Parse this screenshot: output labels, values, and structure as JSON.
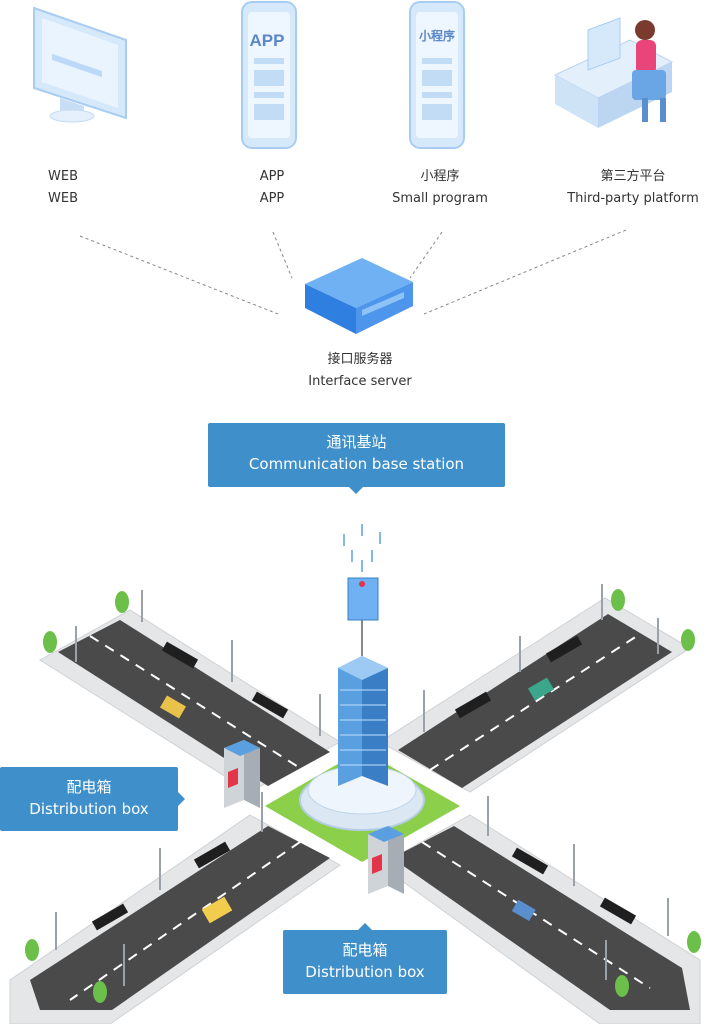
{
  "clients": [
    {
      "zh": "WEB",
      "en": "WEB",
      "icon": "monitor-icon"
    },
    {
      "zh": "APP",
      "en": "APP",
      "icon": "phone-app-icon",
      "screen_text": "APP"
    },
    {
      "zh": "小程序",
      "en": "Small program",
      "icon": "phone-mini-program-icon",
      "screen_text": "小程序"
    },
    {
      "zh": "第三方平台",
      "en": "Third-party platform",
      "icon": "person-at-computer-icon"
    }
  ],
  "server": {
    "zh": "接口服务器",
    "en": "Interface server",
    "icon": "server-box-icon"
  },
  "base_station": {
    "zh": "通讯基站",
    "en": "Communication base station"
  },
  "distribution_box_left": {
    "zh": "配电箱",
    "en": "Distribution box"
  },
  "distribution_box_bottom": {
    "zh": "配电箱",
    "en": "Distribution box"
  },
  "colors": {
    "callout": "#3f8fca",
    "road": "#4a4a4a",
    "grass": "#8ccf4a",
    "tower": "#5aa0e0",
    "icon_blue": "#bcd9f7"
  }
}
